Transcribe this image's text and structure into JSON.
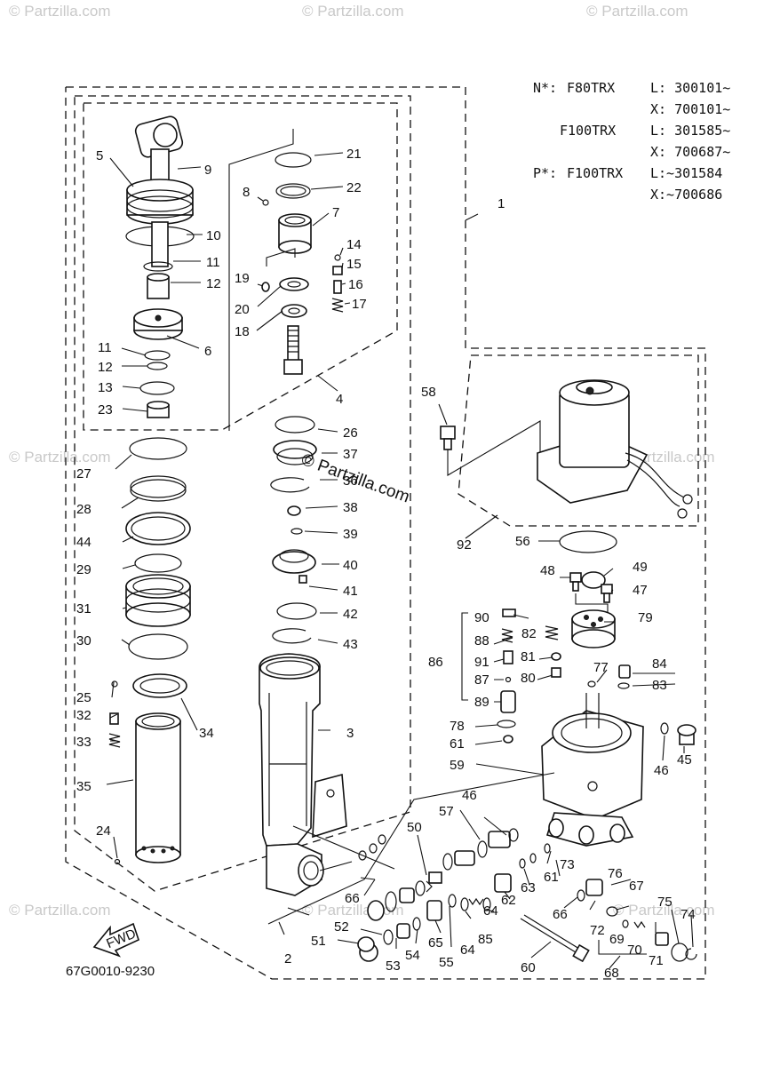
{
  "notes": {
    "rows": [
      {
        "prefix": "N*:",
        "model": "F80TRX",
        "serial": "L: 300101~"
      },
      {
        "prefix": "",
        "model": "",
        "serial": "X: 700101~"
      },
      {
        "prefix": "",
        "model": "F100TRX",
        "serial": "L: 301585~"
      },
      {
        "prefix": "",
        "model": "",
        "serial": "X: 700687~"
      },
      {
        "prefix": "P*:",
        "model": "F100TRX",
        "serial": "L:~301584"
      },
      {
        "prefix": "",
        "model": "",
        "serial": "X:~700686"
      }
    ]
  },
  "diagram_code": "67G0010-9230",
  "fwd_label": "FWD",
  "watermark": {
    "text": "© Partzilla.com",
    "center_text": "© Partzilla.com"
  },
  "callouts": {
    "c1": "1",
    "c2": "2",
    "c3": "3",
    "c4": "4",
    "c5": "5",
    "c6": "6",
    "c7": "7",
    "c8": "8",
    "c9": "9",
    "c10": "10",
    "c11a": "11",
    "c11b": "11",
    "c12a": "12",
    "c12b": "12",
    "c13": "13",
    "c14": "14",
    "c15": "15",
    "c16": "16",
    "c17": "17",
    "c18": "18",
    "c19": "19",
    "c20": "20",
    "c21": "21",
    "c22": "22",
    "c23": "23",
    "c24": "24",
    "c25": "25",
    "c26": "26",
    "c27": "27",
    "c28": "28",
    "c29": "29",
    "c30": "30",
    "c31": "31",
    "c32": "32",
    "c33": "33",
    "c34": "34",
    "c35": "35",
    "c36": "36",
    "c37": "37",
    "c38": "38",
    "c39": "39",
    "c40": "40",
    "c41": "41",
    "c42": "42",
    "c43": "43",
    "c44": "44",
    "c45": "45",
    "c46a": "46",
    "c46b": "46",
    "c47": "47",
    "c48": "48",
    "c49": "49",
    "c50": "50",
    "c51": "51",
    "c52": "52",
    "c53": "53",
    "c54": "54",
    "c55": "55",
    "c56": "56",
    "c57": "57",
    "c58": "58",
    "c59": "59",
    "c60": "60",
    "c61a": "61",
    "c61b": "61",
    "c62": "62",
    "c63": "63",
    "c64a": "64",
    "c64b": "64",
    "c65": "65",
    "c66a": "66",
    "c66b": "66",
    "c67": "67",
    "c68": "68",
    "c69": "69",
    "c70": "70",
    "c71": "71",
    "c72": "72",
    "c73": "73",
    "c74": "74",
    "c75": "75",
    "c76": "76",
    "c77": "77",
    "c78": "78",
    "c79": "79",
    "c80": "80",
    "c81": "81",
    "c82": "82",
    "c83": "83",
    "c84": "84",
    "c85": "85",
    "c86": "86",
    "c87": "87",
    "c88": "88",
    "c89": "89",
    "c90": "90",
    "c91": "91",
    "c92": "92"
  }
}
